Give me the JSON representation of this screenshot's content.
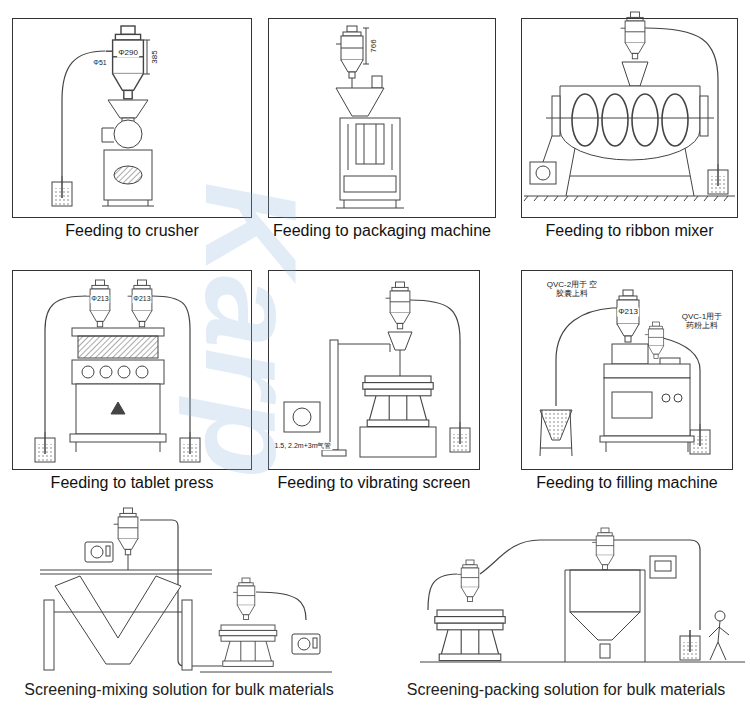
{
  "diagram": {
    "nodes": [
      {
        "text": [
          "Feeding to crusher"
        ]
      },
      {
        "text": [
          "Feeding to packaging machine"
        ]
      },
      {
        "text": [
          "Feeding to ribbon mixer"
        ]
      },
      {
        "text": [
          "Feeding to tablet press"
        ]
      },
      {
        "text": [
          "Feeding to vibrating screen"
        ]
      },
      {
        "text": [
          "Feeding to filling machine"
        ]
      }
    ],
    "labels": [
      "Φ290",
      "385",
      "Φ51",
      "766",
      "Φ213",
      "Φ213",
      "1.5, 2.2m+3m气管",
      "QVC-2用于 空胶囊上料",
      "Φ213",
      "QVC-1用于 药粉上料",
      "Karp",
      "Screening-mixing solution for bulk materials",
      "Screening-packing solution for bulk materials"
    ]
  }
}
